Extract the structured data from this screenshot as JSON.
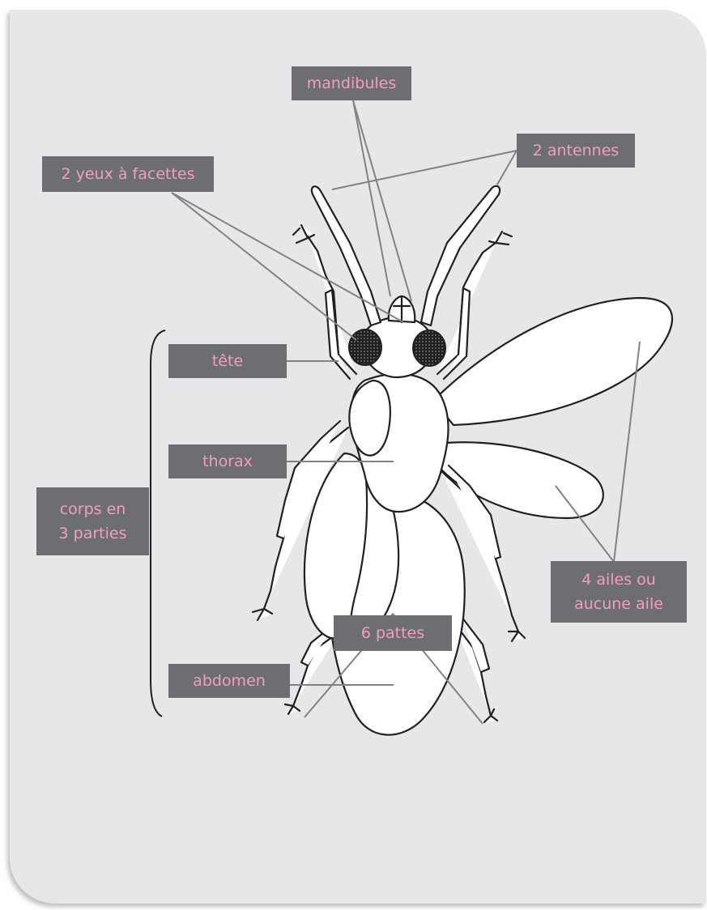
{
  "labels": {
    "mandibules": "mandibules",
    "antennes": "2 antennes",
    "yeux": "2 yeux à facettes",
    "tete": "tête",
    "thorax": "thorax",
    "corps": "corps en\n3 parties",
    "ailes": "4 ailes ou\naucune  aile",
    "abdomen": "abdomen",
    "pattes": "6 pattes"
  },
  "colors": {
    "background": "#e6e7e8",
    "label_box": "#6d6e71",
    "label_text": "#f19ec2",
    "leader_line": "#808285",
    "insect_fill": "#ffffff",
    "insect_outline": "#231f20"
  }
}
